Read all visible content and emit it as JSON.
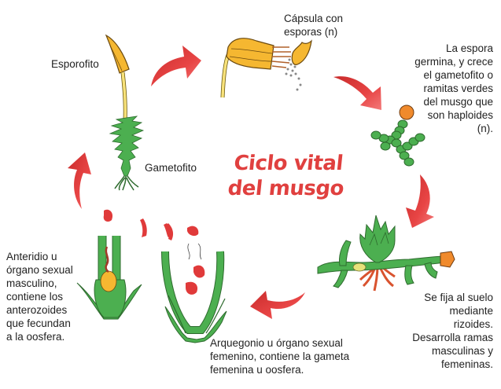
{
  "diagram": {
    "title_line1": "Ciclo vital",
    "title_line2": "del musgo",
    "colors": {
      "title": "#e0403f",
      "arrow": "#e03a3a",
      "arrow_light": "#f07070",
      "moss_green": "#4caf50",
      "moss_outline": "#2e6b2e",
      "capsule_yellow": "#f5b731",
      "stalk_yellow": "#f8e27a",
      "spore_orange": "#f08a2c",
      "rhizoid_red": "#d9532f",
      "text": "#222222"
    },
    "stages": [
      {
        "id": "esporofito",
        "label": "Esporofito"
      },
      {
        "id": "gametofito",
        "label": "Gametofito"
      },
      {
        "id": "capsula",
        "label": "Cápsula con\nesporas (n)"
      },
      {
        "id": "germina",
        "label": "La espora\ngermina, y crece\nel gametofito o\nramitas verdes\ndel musgo que\nson haploides\n(n)."
      },
      {
        "id": "rizoides",
        "label": "Se fija al suelo\nmediante\nrizoides.\nDesarrolla ramas\nmasculinas y\nfemeninas."
      },
      {
        "id": "arquegonio",
        "label": "Arquegonio u órgano sexual\nfemenino, contiene la gameta\nfemenina u oosfera."
      },
      {
        "id": "anteridio",
        "label": "Anteridio u\nórgano sexual\nmasculino,\ncontiene los\nanterozoides\nque fecundan\na la oosfera."
      }
    ],
    "arrows": [
      {
        "id": "arrow-esporofito-to-capsula",
        "direction": "right"
      },
      {
        "id": "arrow-capsula-to-germina",
        "direction": "down-right"
      },
      {
        "id": "arrow-germina-to-rizoides",
        "direction": "down"
      },
      {
        "id": "arrow-rizoides-to-arquegonio",
        "direction": "left"
      },
      {
        "id": "arrow-anteridio-to-gametofito",
        "direction": "up"
      }
    ]
  }
}
